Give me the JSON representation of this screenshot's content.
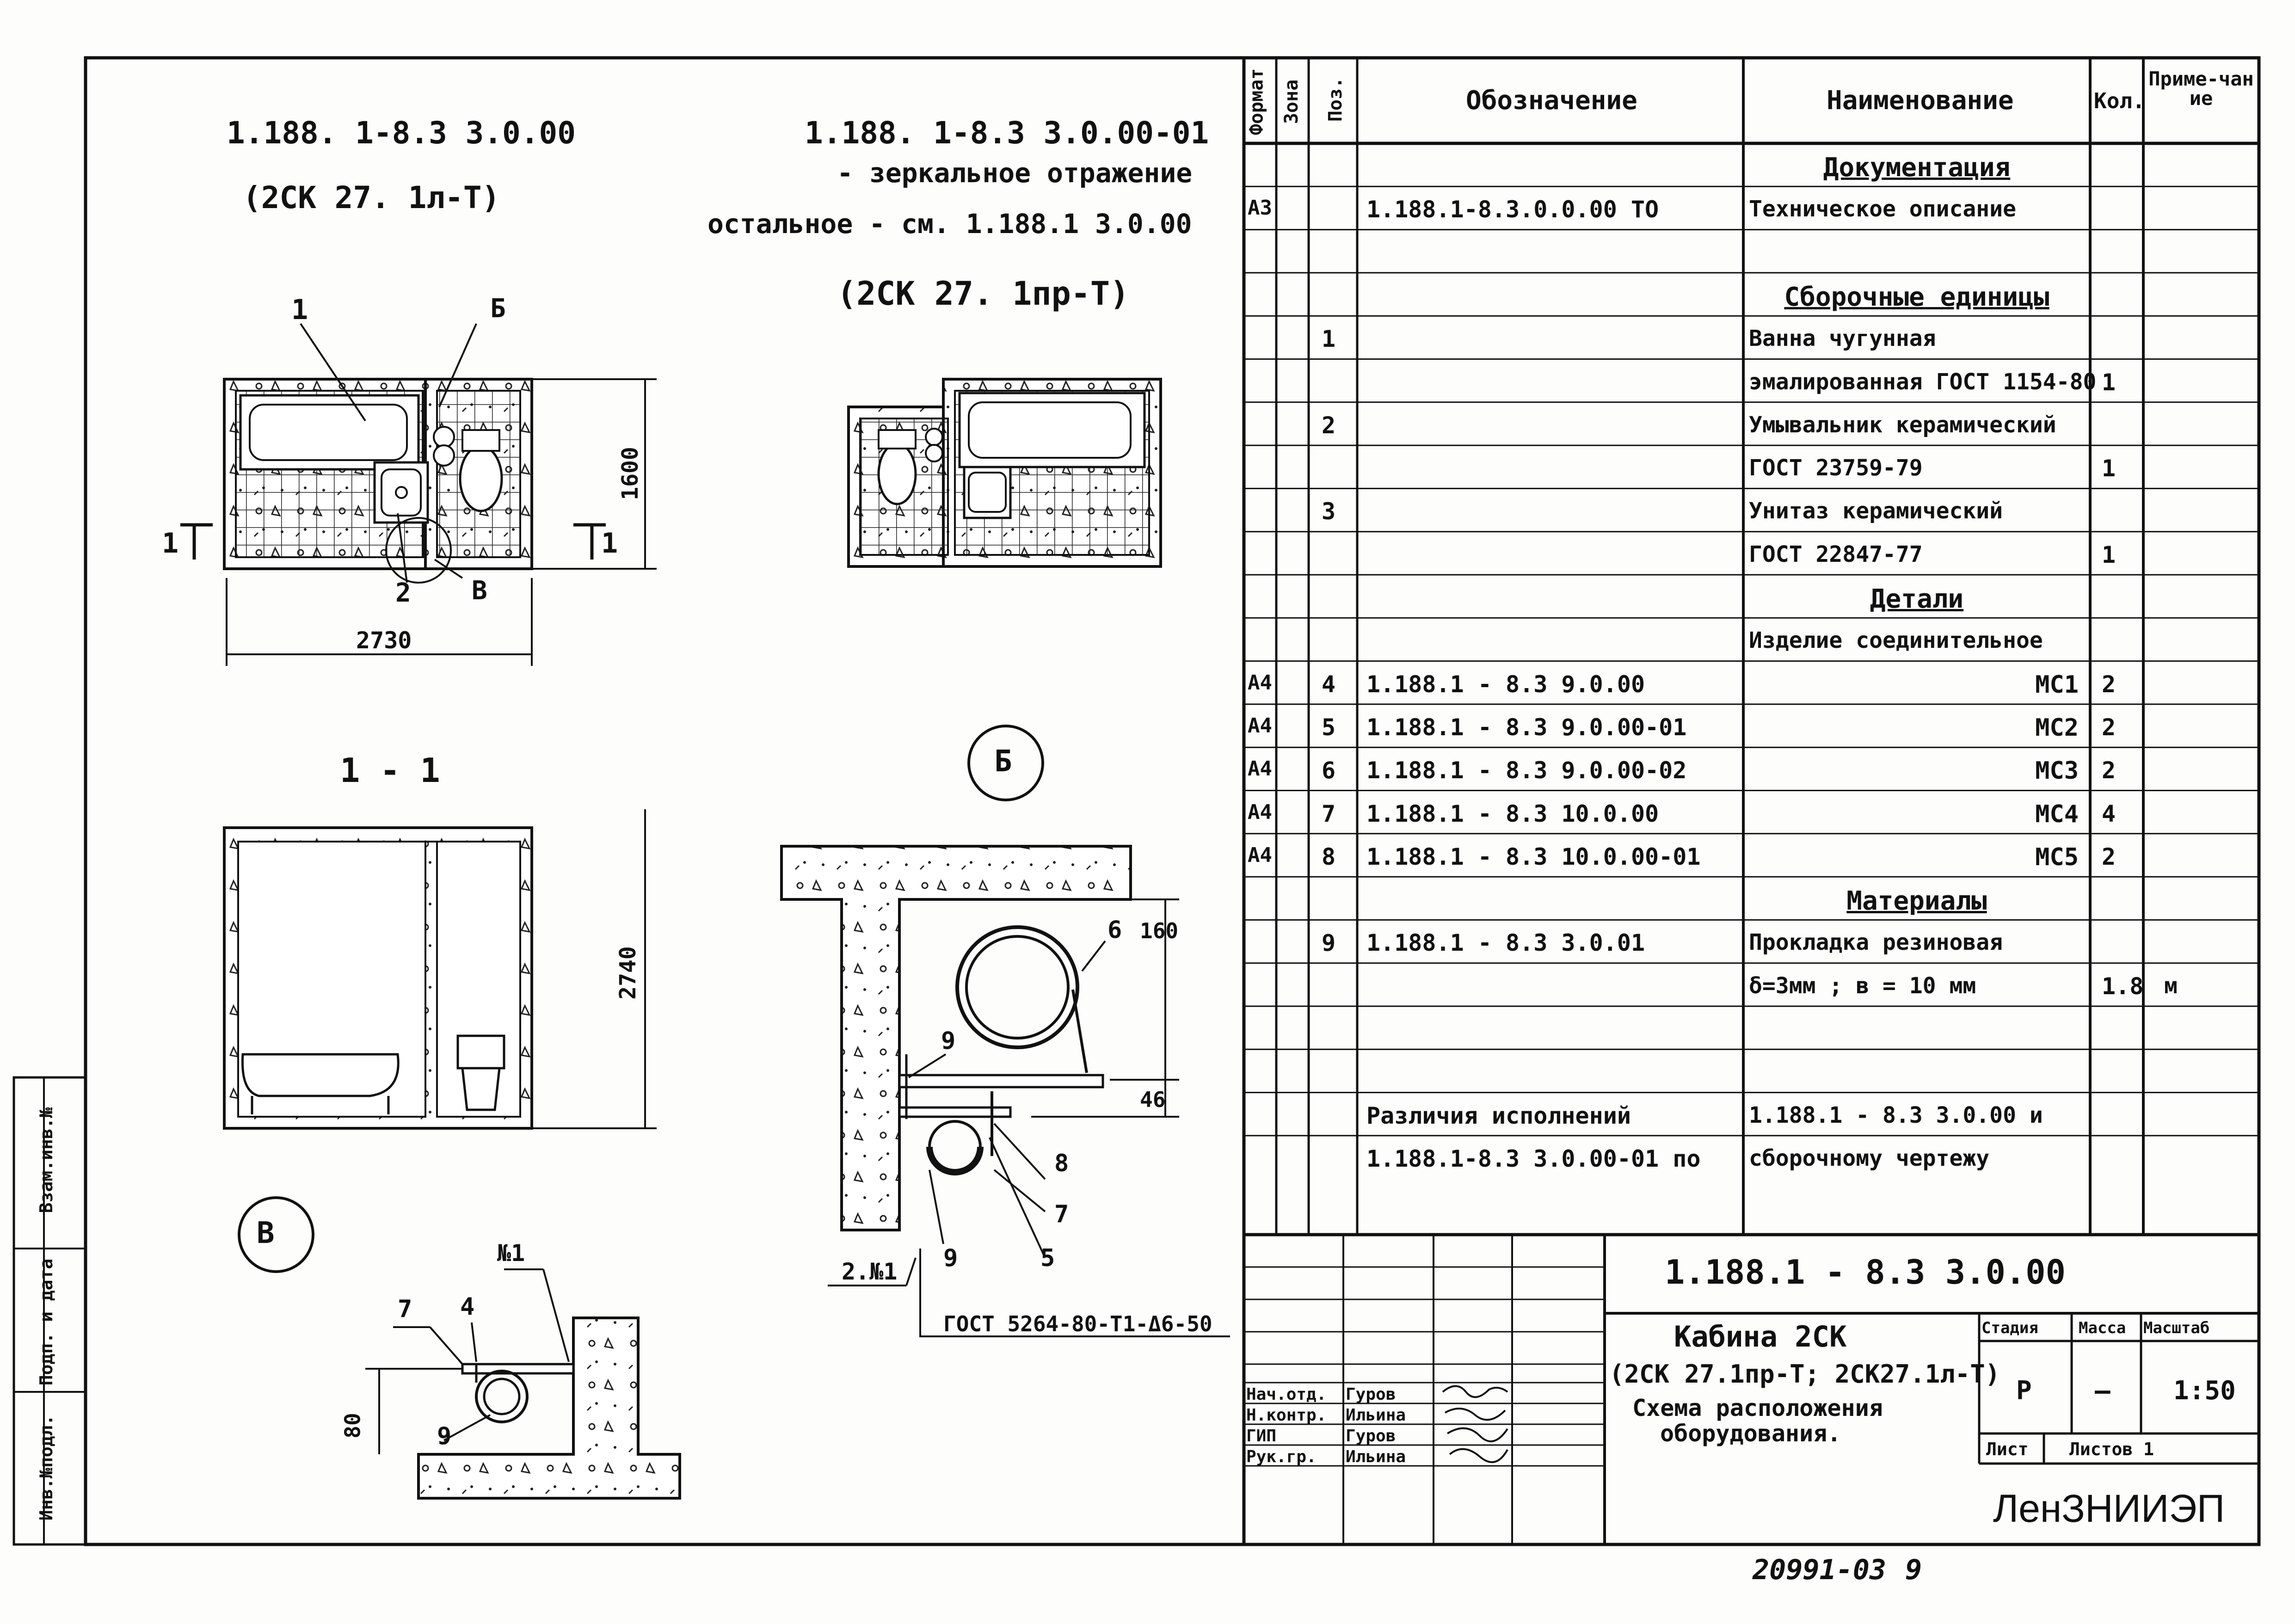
{
  "left_view": {
    "code": "1.188. 1-8.3  3.0.00",
    "mark": "(2СК 27. 1л-Т)",
    "callout_1": "1",
    "callout_b": "Б",
    "callout_2": "2",
    "callout_v": "В",
    "dim_width": "2730",
    "dim_height": "1600",
    "section_mark_left": "1",
    "section_mark_right": "1"
  },
  "right_view": {
    "code": "1.188. 1-8.3  3.0.00-01",
    "mirror_note": "- зеркальное отражение",
    "rest_note": "остальное - см.  1.188.1   3.0.00",
    "mark": "(2СК 27. 1пр-Т)"
  },
  "section": {
    "title": "1 - 1",
    "dim_height": "2740"
  },
  "detail_b": {
    "circle_label": "Б",
    "dim_160": "160",
    "dim_46": "46",
    "callout_6": "6",
    "callout_9a": "9",
    "callout_8": "8",
    "callout_7": "7",
    "callout_9b": "9",
    "callout_5": "5",
    "weld_mark": "2.№1",
    "gost_note": "ГОСТ 5264-80-Т1-Δ6-50"
  },
  "detail_v": {
    "circle_label": "В",
    "callout_7": "7",
    "callout_4": "4",
    "callout_n1": "№1",
    "callout_9": "9",
    "dim_80": "80"
  },
  "side_stamp": {
    "cells": [
      "Инв.№подл.",
      "Подп. и дата",
      "Взам.инв.№"
    ]
  },
  "spec_table": {
    "headers": [
      "Формат",
      "Зона",
      "Поз.",
      "Обозначение",
      "Наименование",
      "Кол.",
      "Приме-чание"
    ],
    "rows": [
      {
        "format": "",
        "pos": "",
        "designation": "",
        "name": "Документация",
        "qty": "",
        "note": "",
        "section": true
      },
      {
        "format": "А3",
        "pos": "",
        "designation": "1.188.1-8.3.0.0.00 ТО",
        "name": "Техническое описание",
        "qty": "",
        "note": ""
      },
      {
        "format": "",
        "pos": "",
        "designation": "",
        "name": "",
        "qty": "",
        "note": ""
      },
      {
        "format": "",
        "pos": "",
        "designation": "",
        "name": "Сборочные единицы",
        "qty": "",
        "note": "",
        "section": true
      },
      {
        "format": "",
        "pos": "1",
        "designation": "",
        "name": "Ванна чугунная",
        "qty": "",
        "note": ""
      },
      {
        "format": "",
        "pos": "",
        "designation": "",
        "name": "эмалированная ГОСТ 1154-80",
        "qty": "1",
        "note": ""
      },
      {
        "format": "",
        "pos": "2",
        "designation": "",
        "name": "Умывальник керамический",
        "qty": "",
        "note": ""
      },
      {
        "format": "",
        "pos": "",
        "designation": "",
        "name": "ГОСТ 23759-79",
        "qty": "1",
        "note": ""
      },
      {
        "format": "",
        "pos": "3",
        "designation": "",
        "name": "Унитаз керамический",
        "qty": "",
        "note": ""
      },
      {
        "format": "",
        "pos": "",
        "designation": "",
        "name": "ГОСТ 22847-77",
        "qty": "1",
        "note": ""
      },
      {
        "format": "",
        "pos": "",
        "designation": "",
        "name": "Детали",
        "qty": "",
        "note": "",
        "section": true
      },
      {
        "format": "",
        "pos": "",
        "designation": "",
        "name": "Изделие соединительное",
        "qty": "",
        "note": ""
      },
      {
        "format": "А4",
        "pos": "4",
        "designation": "1.188.1 - 8.3     9.0.00",
        "name": "МС1",
        "qty": "2",
        "note": "",
        "right": true
      },
      {
        "format": "А4",
        "pos": "5",
        "designation": "1.188.1 - 8.3     9.0.00-01",
        "name": "МС2",
        "qty": "2",
        "note": "",
        "right": true
      },
      {
        "format": "А4",
        "pos": "6",
        "designation": "1.188.1 - 8.3     9.0.00-02",
        "name": "МС3",
        "qty": "2",
        "note": "",
        "right": true
      },
      {
        "format": "А4",
        "pos": "7",
        "designation": "1.188.1 - 8.3     10.0.00",
        "name": "МС4",
        "qty": "4",
        "note": "",
        "right": true
      },
      {
        "format": "А4",
        "pos": "8",
        "designation": "1.188.1 - 8.3     10.0.00-01",
        "name": "МС5",
        "qty": "2",
        "note": "",
        "right": true
      },
      {
        "format": "",
        "pos": "",
        "designation": "",
        "name": "Материалы",
        "qty": "",
        "note": "",
        "section": true
      },
      {
        "format": "",
        "pos": "9",
        "designation": "1.188.1 - 8.3     3.0.01",
        "name": "Прокладка резиновая",
        "qty": "",
        "note": ""
      },
      {
        "format": "",
        "pos": "",
        "designation": "",
        "name": "δ=3мм ;  в = 10 мм",
        "qty": "1.8",
        "note": "м"
      },
      {
        "format": "",
        "pos": "",
        "designation": "",
        "name": "",
        "qty": "",
        "note": ""
      },
      {
        "format": "",
        "pos": "",
        "designation": "",
        "name": "",
        "qty": "",
        "note": ""
      },
      {
        "format": "",
        "pos": "",
        "designation": "Различия исполнений",
        "name": "1.188.1 - 8.3 3.0.00  и",
        "qty": "",
        "note": ""
      },
      {
        "format": "",
        "pos": "",
        "designation": "1.188.1-8.3 3.0.00-01  по",
        "name": "сборочному чертежу",
        "qty": "",
        "note": ""
      }
    ]
  },
  "title_block": {
    "doc_code": "1.188.1 - 8.3   3.0.00",
    "title_lines": [
      "Кабина  2СК",
      "(2СК 27.1пр-Т; 2СК27.1л-Т)",
      "Схема расположения",
      "оборудования."
    ],
    "stage_label": "Стадия",
    "mass_label": "Масса",
    "scale_label": "Масштаб",
    "stage": "Р",
    "mass": "—",
    "scale": "1:50",
    "sheet_label": "Лист",
    "sheets_label": "Листов 1",
    "company": "ЛенЗНИИЭП",
    "signatures": [
      {
        "role": "Нач.отд.",
        "name": "Гуров"
      },
      {
        "role": "Н.контр.",
        "name": "Ильина"
      },
      {
        "role": "ГИП",
        "name": "Гуров"
      },
      {
        "role": "Рук.гр.",
        "name": "Ильина"
      }
    ]
  },
  "footer": {
    "inventory": "20991-03",
    "page": "9"
  }
}
